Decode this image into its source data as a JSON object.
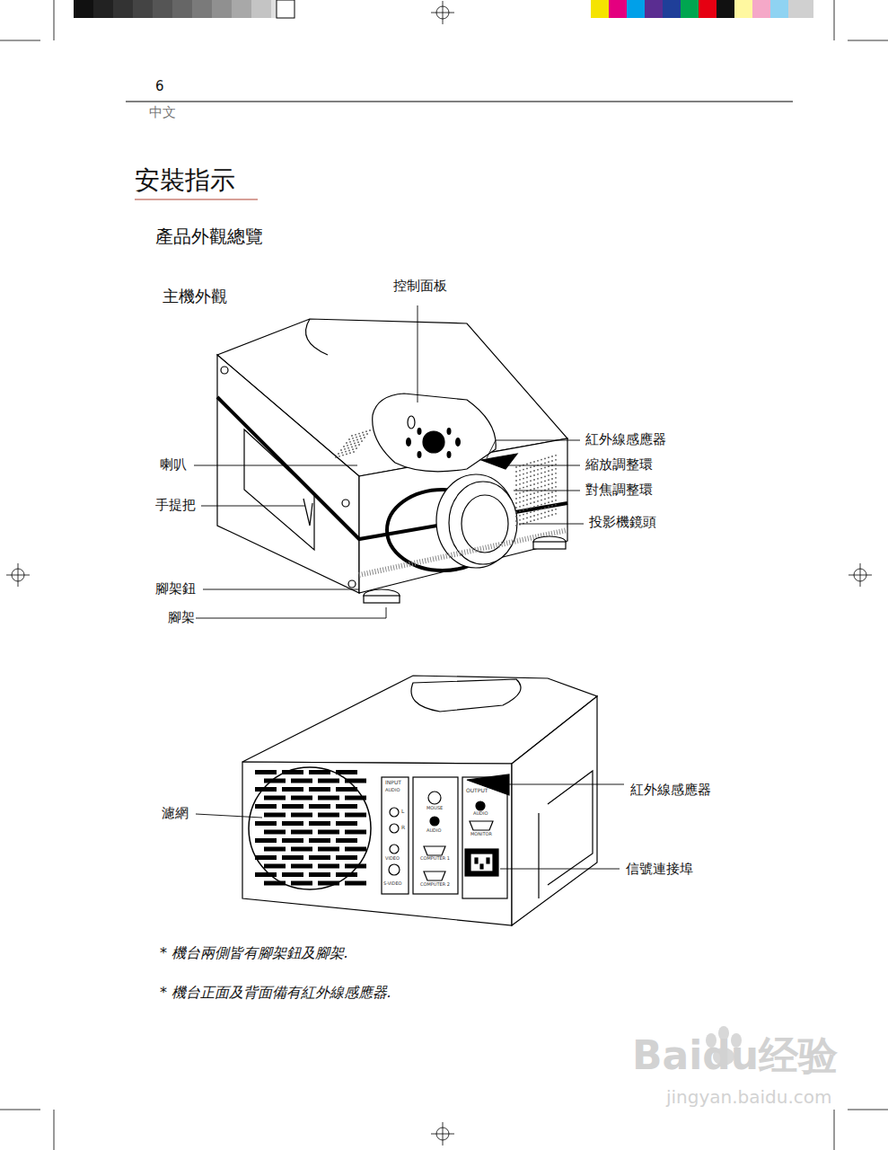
{
  "diagram": {
    "title": "安裝指示",
    "labels": [
      "6",
      "中文",
      "產品外觀總覽",
      "主機外觀",
      "控制面板",
      "紅外線感應器",
      "縮放調整環",
      "對焦調整環",
      "投影機鏡頭",
      "喇叭",
      "手提把",
      "腳架鈕",
      "腳架",
      "濾網",
      "紅外線感應器",
      "信號連接埠",
      "INPUT",
      "AUDIO",
      "L",
      "R",
      "VIDEO",
      "S-VIDEO",
      "MOUSE",
      "AUDIO",
      "COMPUTER 1",
      "COMPUTER 2",
      "OUTPUT",
      "AUDIO",
      "MONITOR",
      "* 機台兩側皆有腳架鈕及腳架.",
      "* 機台正面及背面備有紅外線感應器.",
      "Baidu经验",
      "jingyan.baidu.com"
    ]
  }
}
